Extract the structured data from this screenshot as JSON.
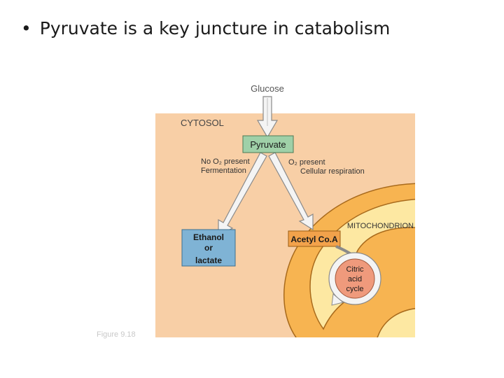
{
  "slide": {
    "bullet": "•",
    "title": "Pyruvate is a key juncture in catabolism"
  },
  "diagram": {
    "glucose": "Glucose",
    "cytosol": "CYTOSOL",
    "pyruvate": "Pyruvate",
    "no_o2_line1": "No O₂ present",
    "no_o2_line2": "Fermentation",
    "o2_line1": "O₂ present",
    "o2_line2": "Cellular respiration",
    "mitochondrion": "MITOCHONDRION",
    "ethanol_line1": "Ethanol",
    "ethanol_line2": "or",
    "ethanol_line3": "lactate",
    "acetyl_coa": "Acetyl Co.A",
    "citric_line1": "Citric",
    "citric_line2": "acid",
    "citric_line3": "cycle",
    "figure_label": "Figure 9.18"
  },
  "colors": {
    "cytosol": "#f8cfa6",
    "mito_outer": "#f7b451",
    "mito_inner": "#fde8a2",
    "pyruvate_box": "#9fd0a8",
    "ethanol_box": "#7fb3d5",
    "acetyl_box": "#f2a24b",
    "citric_circle": "#ef9a7c"
  }
}
